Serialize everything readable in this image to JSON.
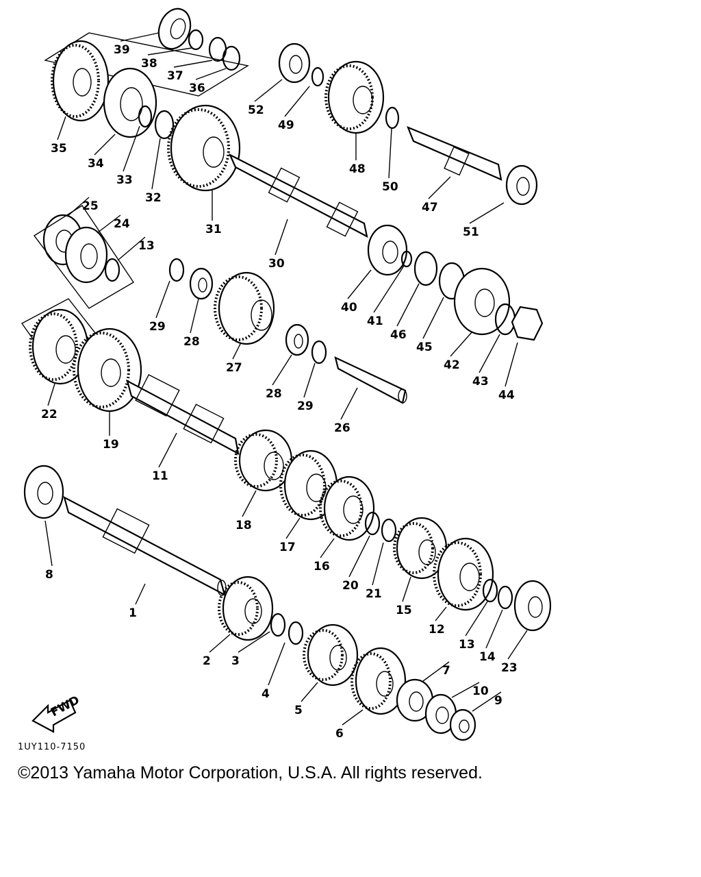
{
  "diagram": {
    "part_numbers": [
      "1",
      "2",
      "3",
      "4",
      "5",
      "6",
      "7",
      "8",
      "9",
      "10",
      "11",
      "12",
      "13",
      "13",
      "14",
      "15",
      "16",
      "17",
      "18",
      "19",
      "20",
      "21",
      "22",
      "23",
      "24",
      "25",
      "26",
      "27",
      "28",
      "28",
      "29",
      "29",
      "30",
      "31",
      "32",
      "33",
      "34",
      "35",
      "36",
      "37",
      "38",
      "39",
      "40",
      "41",
      "42",
      "43",
      "44",
      "45",
      "46",
      "47",
      "48",
      "49",
      "50",
      "51",
      "52"
    ],
    "fwd_label": "FWD",
    "diagram_code": "1UY110-7150"
  },
  "footer": {
    "copyright": "©2013 Yamaha Motor Corporation, U.S.A. All rights reserved."
  }
}
